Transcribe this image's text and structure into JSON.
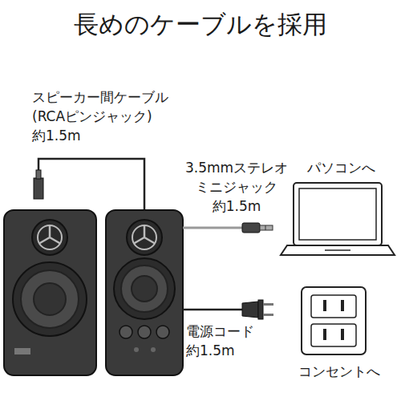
{
  "diagram": {
    "title": "長めのケーブルを採用",
    "labels": [
      "スピーカー間ケーブル (RCAピンジャック) 約1.5m",
      "3.5mmステレオ ミニジャック 約1.5m",
      "パソコンへ",
      "電源コード 約1.5m",
      "コンセントへ"
    ]
  }
}
